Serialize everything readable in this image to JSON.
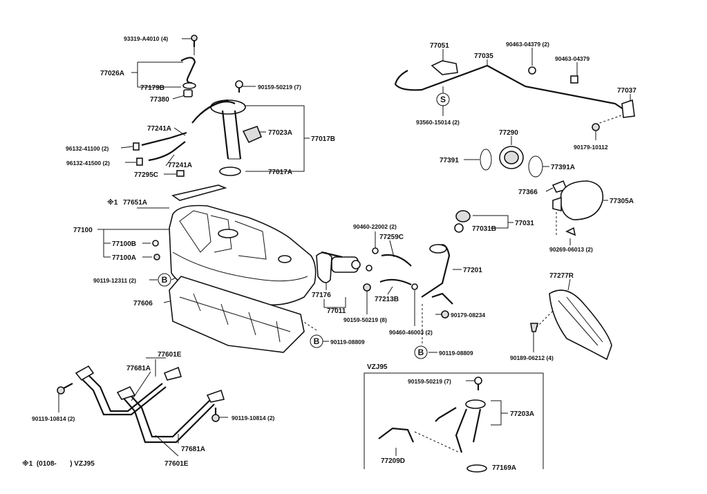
{
  "diagram": {
    "labels": {
      "l93319": "93319-A4010 (4)",
      "l77026A": "77026A",
      "l77179B": "77179B",
      "l77380": "77380",
      "l90159_7a": "90159-50219 (7)",
      "l77241A_1": "77241A",
      "l96132_41100": "96132-41100 (2)",
      "l96132_41500": "96132-41500 (2)",
      "l77241A_2": "77241A",
      "l77295C": "77295C",
      "l77023A": "77023A",
      "l77017B": "77017B",
      "l77017A": "77017A",
      "l77651A": "77651A",
      "l77100": "77100",
      "l77100B": "77100B",
      "l77100A": "77100A",
      "l90119_12311": "90119-12311 (2)",
      "l77606": "77606",
      "l90119_08809a": "90119-08809",
      "l77176": "77176",
      "l77011": "77011",
      "l90159_8": "90159-50219 (8)",
      "l90460_22002": "90460-22002 (2)",
      "l77259C": "77259C",
      "l77213B": "77213B",
      "l90460_46003": "90460-46003 (2)",
      "l90119_08809b": "90119-08809",
      "l77201": "77201",
      "l90179_08234": "90179-08234",
      "l77031": "77031",
      "l77031B": "77031B",
      "l77051": "77051",
      "l77035": "77035",
      "l90463_2": "90463-04379 (2)",
      "l90463": "90463-04379",
      "l77037": "77037",
      "l93560": "93560-15014 (2)",
      "l90179_10112": "90179-10112",
      "l77290": "77290",
      "l77391": "77391",
      "l77391A": "77391A",
      "l77366": "77366",
      "l77305A": "77305A",
      "l90269": "90269-06013 (2)",
      "l77277R": "77277R",
      "l90189": "90189-06212 (4)",
      "l77601E_1": "77601E",
      "l77681A_1": "77681A",
      "l90119_10814a": "90119-10814 (2)",
      "l90119_10814b": "90119-10814 (2)",
      "l77681A_2": "77681A",
      "l77601E_2": "77601E",
      "note1": "※1",
      "noteRange": "※1  (0108-       ) VZJ95",
      "vzj95": "VZJ95",
      "l90159_7b": "90159-50219 (7)",
      "l77203A": "77203A",
      "l77209D": "77209D",
      "l77169A": "77169A",
      "circleB1": "B",
      "circleB2": "B",
      "circleB3": "B",
      "circleS": "S"
    }
  }
}
